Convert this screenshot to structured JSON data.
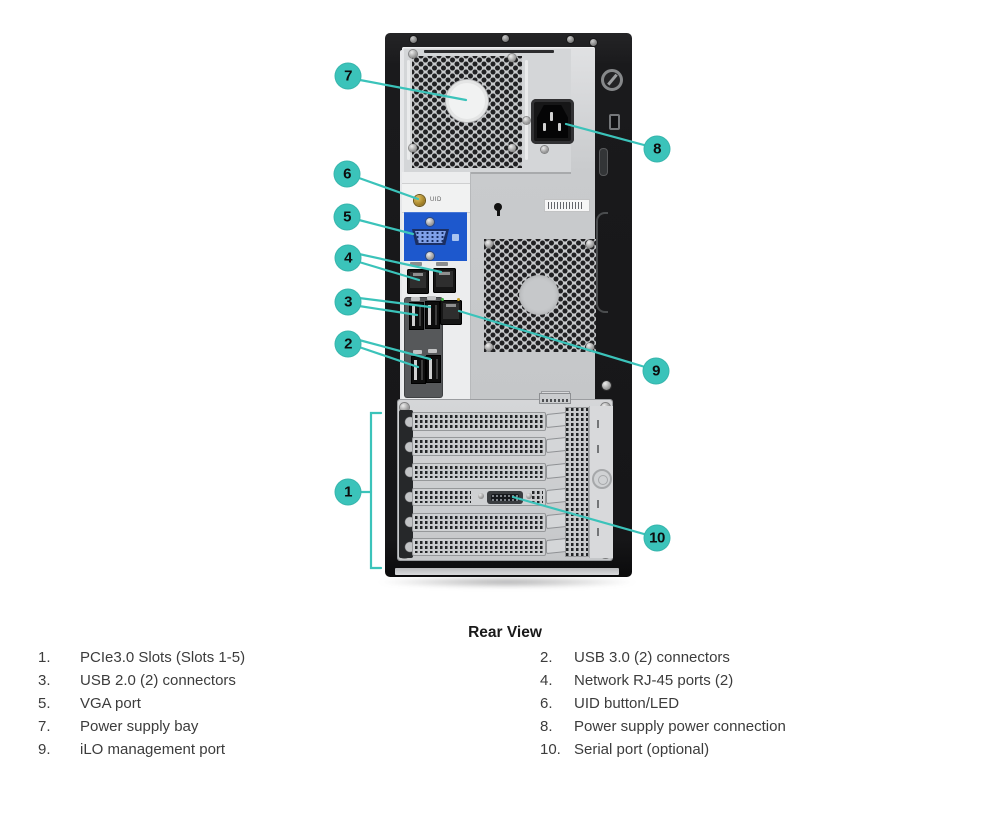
{
  "figure": {
    "title": "Rear View"
  },
  "accent_color": "#3bc3ba",
  "callouts": [
    {
      "num": "1"
    },
    {
      "num": "2"
    },
    {
      "num": "3"
    },
    {
      "num": "4"
    },
    {
      "num": "5"
    },
    {
      "num": "6"
    },
    {
      "num": "7"
    },
    {
      "num": "8"
    },
    {
      "num": "9"
    },
    {
      "num": "10"
    }
  ],
  "diagram_labels": {
    "uid_button": "UID"
  },
  "legend": {
    "left": [
      {
        "num": "1.",
        "label": "PCIe3.0 Slots (Slots 1-5)"
      },
      {
        "num": "3.",
        "label": "USB 2.0 (2) connectors"
      },
      {
        "num": "5.",
        "label": "VGA port"
      },
      {
        "num": "7.",
        "label": "Power supply bay"
      },
      {
        "num": "9.",
        "label": "iLO management port"
      }
    ],
    "right": [
      {
        "num": "2.",
        "label": "USB 3.0 (2) connectors"
      },
      {
        "num": "4.",
        "label": "Network RJ-45 ports (2)"
      },
      {
        "num": "6.",
        "label": "UID button/LED"
      },
      {
        "num": "8.",
        "label": "Power supply power connection"
      },
      {
        "num": "10.",
        "label": "Serial port (optional)"
      }
    ]
  }
}
